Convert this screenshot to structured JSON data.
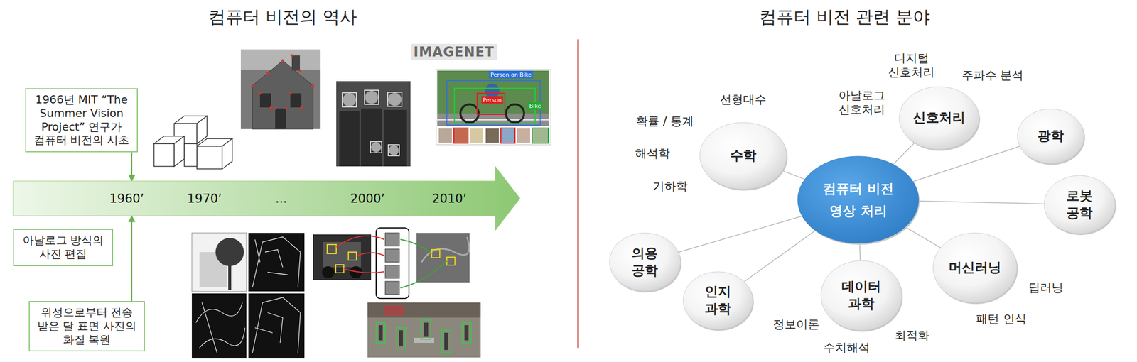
{
  "diagram": {
    "title": "컴퓨터 비전의 역사",
    "nodes": [
      {
        "text": [
          "1966년 MIT “The Summer Vision Project” 연구가 컴퓨터 비전의 시초"
        ]
      },
      {
        "text": [
          "1960’",
          "1970’",
          "...",
          "2000’",
          "2010’"
        ]
      },
      {
        "text": [
          "아날로그 방식의 사진 편집"
        ]
      },
      {
        "text": [
          "위성으로부터 전송 받은 달 표면 사진의 화질 복원"
        ]
      },
      {
        "text": [
          "컴퓨터 비전 영상 처리"
        ]
      },
      {
        "text": [
          "수학"
        ]
      },
      {
        "text": [
          "신호처리"
        ]
      },
      {
        "text": [
          "광학"
        ]
      },
      {
        "text": [
          "로봇 공학"
        ]
      },
      {
        "text": [
          "머신러닝"
        ]
      },
      {
        "text": [
          "데이터 과학"
        ]
      },
      {
        "text": [
          "인지 과학"
        ]
      },
      {
        "text": [
          "의용 공학"
        ]
      }
    ],
    "edges": [
      {
        "from": 0,
        "to": 1,
        "arrow": "to"
      },
      {
        "from": 3,
        "to": 1,
        "arrow": "to"
      },
      {
        "from": 4,
        "to": 5,
        "arrow": "none"
      },
      {
        "from": 4,
        "to": 6,
        "arrow": "none"
      },
      {
        "from": 4,
        "to": 7,
        "arrow": "none"
      },
      {
        "from": 4,
        "to": 8,
        "arrow": "none"
      },
      {
        "from": 4,
        "to": 9,
        "arrow": "none"
      },
      {
        "from": 4,
        "to": 10,
        "arrow": "none"
      },
      {
        "from": 4,
        "to": 11,
        "arrow": "none"
      },
      {
        "from": 4,
        "to": 12,
        "arrow": "none"
      }
    ],
    "labels": [
      "컴퓨터 비전 관련 분야",
      "IMAGENET",
      "Person on Bike",
      "Person",
      "Bike",
      "선형대수",
      "확률 / 통계",
      "해석학",
      "기하학",
      "디지털 신호처리",
      "아날로그 신호처리",
      "주파수 분석",
      "딥러닝",
      "패턴 인식",
      "최적화",
      "수치해석",
      "정보이론"
    ]
  }
}
